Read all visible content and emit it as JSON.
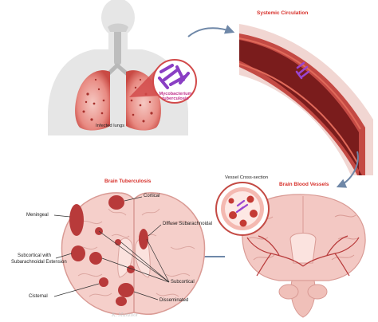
{
  "top_left": {
    "bacteria_label": "Mycobacterium tuberculosis",
    "lungs_label": "Infected lungs"
  },
  "top_right": {
    "title": "Systemic Circulation"
  },
  "bottom_right": {
    "title": "Brain Blood Vessels",
    "cross_section_label": "Vessel Cross-section"
  },
  "bottom_left": {
    "title": "Brain Tuberculosis",
    "labels": {
      "cortical": "Cortical",
      "meningeal": "Meningeal",
      "diffuse": "Diffuse Subarachnoidal",
      "subcortical_ext_line1": "Subcortical with",
      "subcortical_ext_line2": "Subarachnoidal Extension",
      "subcortical": "Subcortical",
      "cisternal": "Cisternal",
      "disseminated": "Disseminated"
    },
    "watermark": "K. Manzoor"
  },
  "colors": {
    "title_red": "#d7302a",
    "bacteria_purple": "#8a3fc4",
    "vessel_dark": "#7a1c1c",
    "lesion_red": "#b83a3a",
    "arrow_blue": "#6f88a8"
  }
}
